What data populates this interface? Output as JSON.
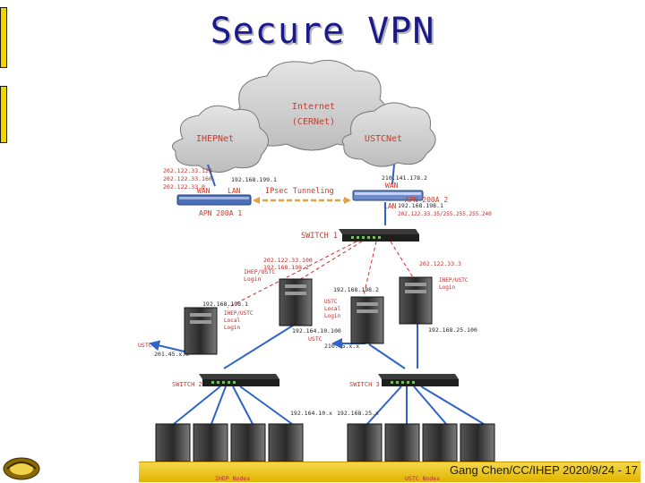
{
  "slide": {
    "title": "Secure VPN",
    "footer": "Gang Chen/CC/IHEP  2020/9/24 - 17"
  },
  "diagram": {
    "clouds": {
      "internet": [
        "Internet",
        "(CERNet)"
      ],
      "ihep": "IHEPNet",
      "ustc": "USTCNet"
    },
    "gw1": {
      "label": "APN 200A 1",
      "wan_addrs": [
        "202.122.33.128",
        "202.122.33.160",
        "202.122.33.0"
      ],
      "wan": "WAN",
      "lan": "LAN",
      "lan_ip": "192.168.199.1"
    },
    "gw2": {
      "label": "APN 200A 2",
      "wan": "WAN",
      "wan_ip": "210.141.178.2",
      "lan": "LAN",
      "lan_ip": "192.168.198.1",
      "subnets": "202.122.33.35/255.255.255.240"
    },
    "tunnel": "IPsec Tunneling",
    "switch1": "SWITCH 1",
    "switch2": "SWITCH 2",
    "switch3": "SWITCH 3",
    "ihep_server": {
      "ip": "202.122.33.100",
      "ip2": "192.168.198.2",
      "label": [
        "IHEP/USTC",
        "Login"
      ]
    },
    "ihep_login": {
      "ip": "192.168.198.1",
      "label": [
        "IHEP/USTC",
        "Local",
        "Login"
      ],
      "ext": "USTC",
      "ext_ip": "201.45.x.x"
    },
    "mid_server": {
      "ip": "192.168.198.2",
      "label": [
        "USTC",
        "Local",
        "Login"
      ],
      "ip2": "210.45.x.x",
      "ext": "USTC",
      "lan_ip": "192.164.10.100"
    },
    "ustc_server": {
      "ip": "202.122.33.3",
      "label": [
        "IHEP/USTC",
        "Login"
      ],
      "lan_ip": "192.168.25.100"
    },
    "left_net": "192.164.10.x",
    "right_net": "192.168.25.x",
    "left_nodes": "IHEP Nodes",
    "right_nodes": "USTC Nodes"
  }
}
